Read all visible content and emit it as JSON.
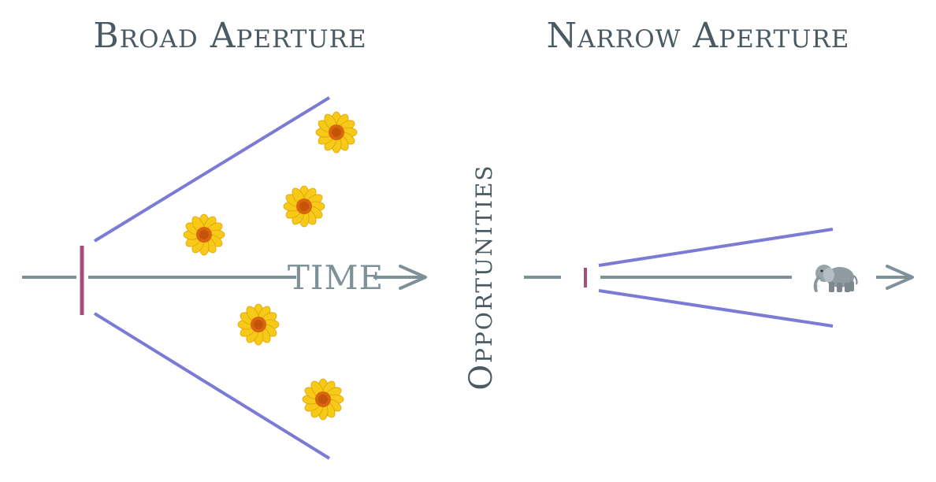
{
  "titles": {
    "broad": "Broad Aperture",
    "narrow": "Narrow Aperture"
  },
  "labels": {
    "time": "TIME",
    "opportunities": "Opportunities"
  },
  "icons": {
    "broad_opportunities": [
      "sunflower-icon",
      "sunflower-icon",
      "sunflower-icon",
      "sunflower-icon",
      "sunflower-icon"
    ],
    "narrow_opportunities": [
      "elephant-icon"
    ]
  },
  "colors": {
    "text": "#4a5a63",
    "axis": "#7e9198",
    "aperture_lines": "#7b7bd6",
    "start_marker": "#a84d7a",
    "petal": "#f7c919",
    "center": "#d9660e"
  }
}
